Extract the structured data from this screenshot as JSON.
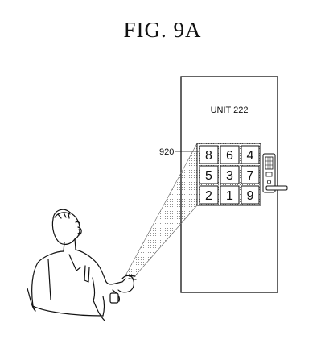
{
  "figure": {
    "title": "FIG. 9A"
  },
  "door": {
    "unit_label": "UNIT 222"
  },
  "keypad": {
    "reference_numeral": "920",
    "keys": [
      "8",
      "6",
      "4",
      "5",
      "3",
      "7",
      "2",
      "1",
      "9"
    ]
  }
}
